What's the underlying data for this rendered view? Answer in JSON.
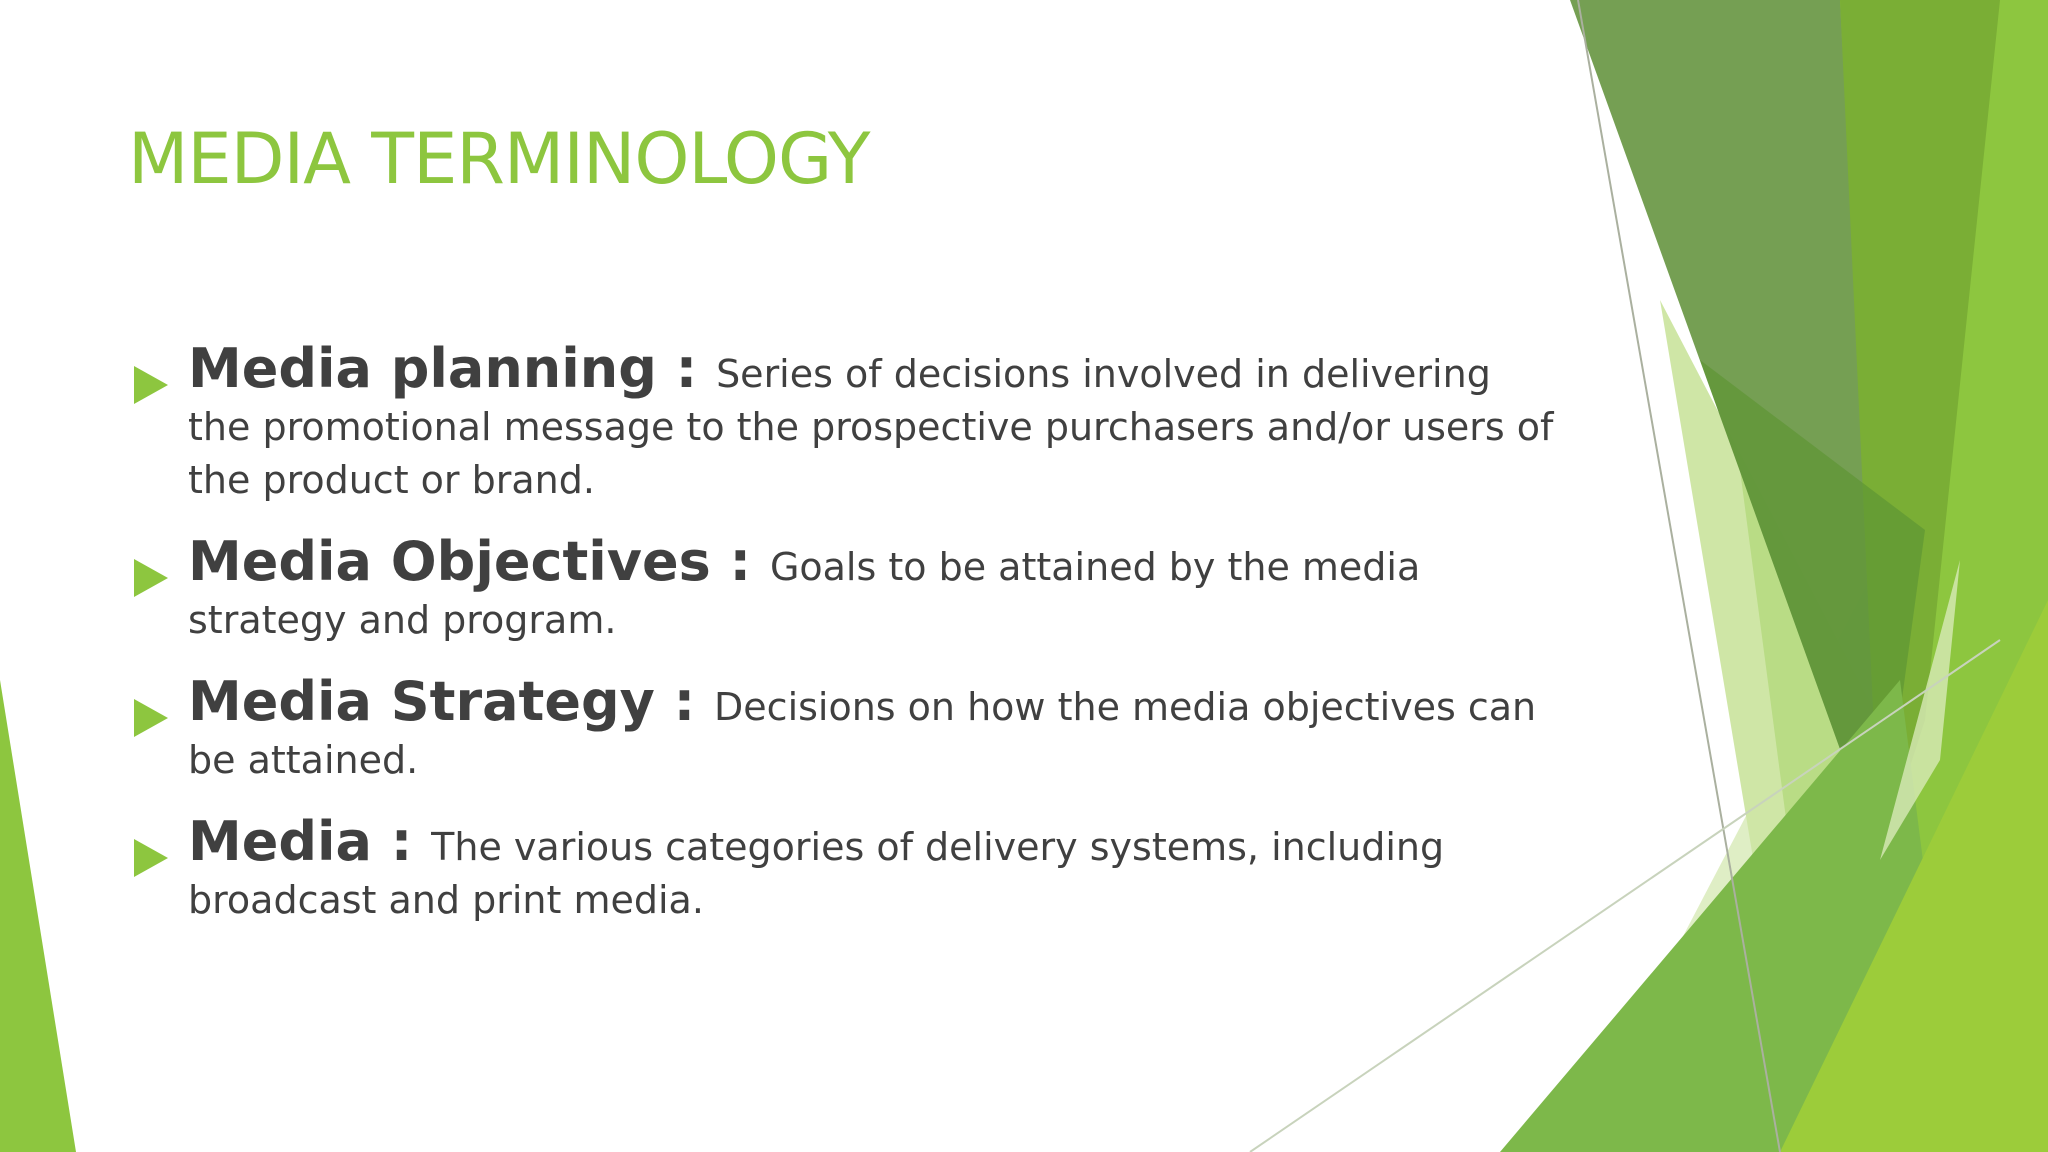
{
  "slide": {
    "title": "MEDIA TERMINOLOGY",
    "accent_color": "#8dc63f",
    "text_color": "#404040",
    "bullet_icon": "triangle-arrow-icon",
    "items": [
      {
        "term": "Media planning : ",
        "definition": "Series of decisions involved in delivering the promotional message to the prospective purchasers and/or users of the product or brand."
      },
      {
        "term": "Media Objectives : ",
        "definition": "Goals to be attained by the media strategy and program."
      },
      {
        "term": "Media Strategy : ",
        "definition": "Decisions on how the media objectives can be attained."
      },
      {
        "term": "Media : ",
        "definition": "The various categories of delivery systems, including broadcast and print media."
      }
    ]
  }
}
